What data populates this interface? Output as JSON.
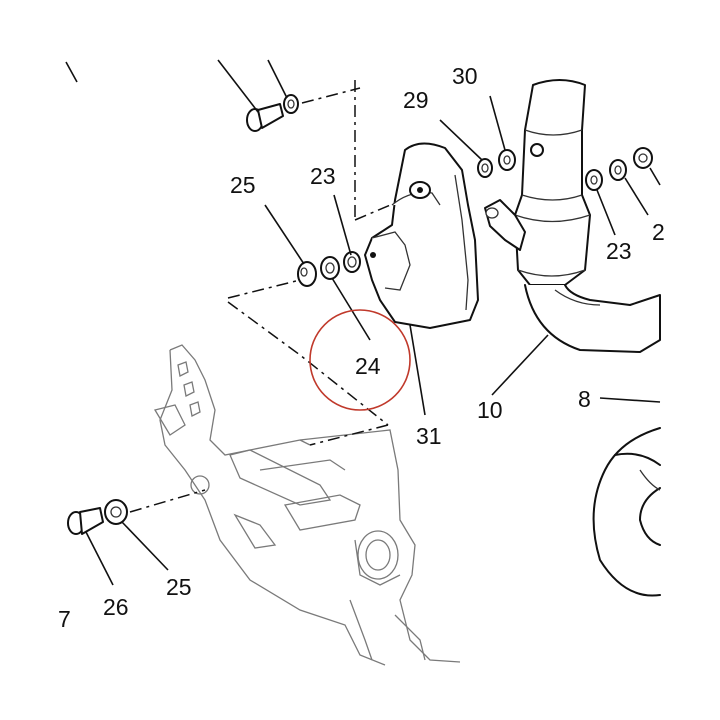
{
  "callouts": {
    "c30": "30",
    "c29": "29",
    "c25_top": "25",
    "c23_left": "23",
    "c23_right": "23",
    "c2_partial": "2",
    "c24": "24",
    "c31": "31",
    "c10": "10",
    "c8": "8",
    "c25_bottom": "25",
    "c26": "26",
    "c7": "7"
  },
  "colors": {
    "highlight": "#c0392b",
    "line": "#111111"
  }
}
